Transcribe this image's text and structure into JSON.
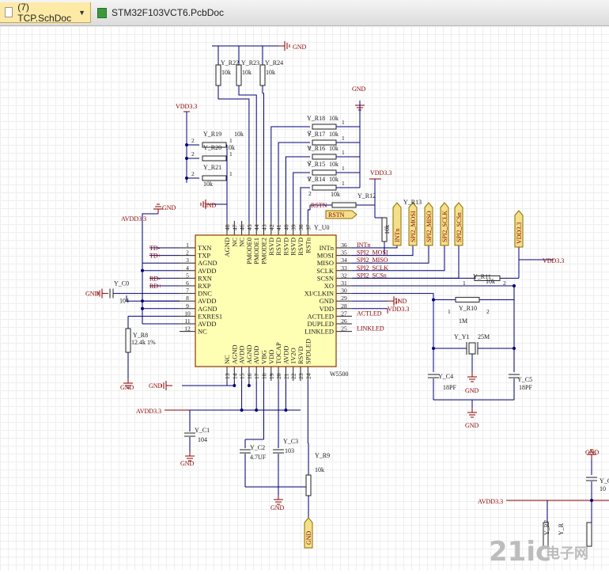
{
  "tabs": [
    {
      "label": "(7) TCP.SchDoc",
      "active": true,
      "icon": "schematic-doc-icon"
    },
    {
      "label": "STM32F103VCT6.PcbDoc",
      "active": false,
      "icon": "pcb-doc-icon"
    }
  ],
  "chip": {
    "designator": "Y_U0",
    "part": "W5500",
    "left_pins": [
      {
        "num": "1",
        "name": "TXN"
      },
      {
        "num": "2",
        "name": "TXP"
      },
      {
        "num": "3",
        "name": "AGND"
      },
      {
        "num": "4",
        "name": "AVDD"
      },
      {
        "num": "5",
        "name": "RXN"
      },
      {
        "num": "6",
        "name": "RXP"
      },
      {
        "num": "7",
        "name": "DNC"
      },
      {
        "num": "8",
        "name": "AVDD"
      },
      {
        "num": "9",
        "name": "AGND"
      },
      {
        "num": "10",
        "name": "EXRES1"
      },
      {
        "num": "11",
        "name": "AVDD"
      },
      {
        "num": "12",
        "name": "NC"
      }
    ],
    "right_pins": [
      {
        "num": "36",
        "name": "INTn"
      },
      {
        "num": "35",
        "name": "MOSI"
      },
      {
        "num": "34",
        "name": "MISO"
      },
      {
        "num": "33",
        "name": "SCLK"
      },
      {
        "num": "32",
        "name": "SCSN"
      },
      {
        "num": "31",
        "name": "XO"
      },
      {
        "num": "30",
        "name": "XI/CLKIN"
      },
      {
        "num": "29",
        "name": "GND"
      },
      {
        "num": "28",
        "name": "VDD"
      },
      {
        "num": "27",
        "name": "ACTLED"
      },
      {
        "num": "26",
        "name": "DUPLED"
      },
      {
        "num": "25",
        "name": "LINKLED"
      }
    ],
    "top_pins": [
      {
        "num": "48",
        "name": "AGND"
      },
      {
        "num": "47",
        "name": "NC"
      },
      {
        "num": "46",
        "name": "NC"
      },
      {
        "num": "45",
        "name": "PMODE0"
      },
      {
        "num": "44",
        "name": "PMODE1"
      },
      {
        "num": "43",
        "name": "PMODE2"
      },
      {
        "num": "42",
        "name": "RSVD"
      },
      {
        "num": "41",
        "name": "RSVD"
      },
      {
        "num": "40",
        "name": "RSVD"
      },
      {
        "num": "39",
        "name": "RSVD"
      },
      {
        "num": "38",
        "name": "RSVD"
      },
      {
        "num": "37",
        "name": "RSTn"
      }
    ],
    "bottom_pins": [
      {
        "num": "13",
        "name": "NC"
      },
      {
        "num": "14",
        "name": "AGND"
      },
      {
        "num": "15",
        "name": "AVDD"
      },
      {
        "num": "16",
        "name": "AGND"
      },
      {
        "num": "17",
        "name": "AVDD"
      },
      {
        "num": "18",
        "name": "VBG"
      },
      {
        "num": "19",
        "name": "VDD"
      },
      {
        "num": "20",
        "name": "TOCAP"
      },
      {
        "num": "21",
        "name": "AVDD"
      },
      {
        "num": "22",
        "name": "1V2O"
      },
      {
        "num": "23",
        "name": "RSVD"
      },
      {
        "num": "24",
        "name": "SPDLED"
      }
    ]
  },
  "left_net_labels": [
    {
      "pin_index": 0,
      "text": "TD-"
    },
    {
      "pin_index": 1,
      "text": "TD+"
    },
    {
      "pin_index": 4,
      "text": "RD-"
    },
    {
      "pin_index": 5,
      "text": "RD+"
    }
  ],
  "right_net_labels": [
    {
      "pin_index": 0,
      "text": "INTn"
    },
    {
      "pin_index": 1,
      "text": "SPI2_MOSI"
    },
    {
      "pin_index": 2,
      "text": "SPI2_MISO"
    },
    {
      "pin_index": 3,
      "text": "SPI2_SCLK"
    },
    {
      "pin_index": 4,
      "text": "SPI2_SCSn"
    },
    {
      "pin_index": 9,
      "text": "ACTLED"
    },
    {
      "pin_index": 11,
      "text": "LINKLED"
    }
  ],
  "resistors": {
    "top": [
      {
        "name": "Y_R22",
        "value": "10k"
      },
      {
        "name": "Y_R23",
        "value": "10k"
      },
      {
        "name": "Y_R24",
        "value": "10k"
      }
    ],
    "left": [
      {
        "name": "Y_R19",
        "value": "10k"
      },
      {
        "name": "Y_R20",
        "value": "10k"
      },
      {
        "name": "Y_R21",
        "value": "10k"
      }
    ],
    "right": [
      {
        "name": "Y_R18",
        "value": "10k"
      },
      {
        "name": "Y_R17",
        "value": "10k"
      },
      {
        "name": "Y_R16",
        "value": "10k"
      },
      {
        "name": "Y_R15",
        "value": "10k"
      },
      {
        "name": "Y_R14",
        "value": "10k"
      }
    ],
    "r12": {
      "name": "Y_R12",
      "value": "10k"
    },
    "r13": {
      "name": "Y_R13"
    },
    "r11": {
      "name": "Y_R11",
      "value": "10k"
    },
    "r10": {
      "name": "Y_R10",
      "value": "1M"
    },
    "r8": {
      "name": "Y_R8",
      "value": "12.4k 1%"
    },
    "r9": {
      "name": "Y_R9",
      "value": "10k"
    }
  },
  "capacitors": {
    "c0": {
      "name": "Y_C0",
      "value": "104"
    },
    "c1": {
      "name": "Y_C1",
      "value": "104"
    },
    "c2": {
      "name": "Y_C2",
      "value": "4.7UF"
    },
    "c3": {
      "name": "Y_C3",
      "value": "103"
    },
    "c4": {
      "name": "Y_C4",
      "value": "18PF"
    },
    "c5": {
      "name": "Y_C5",
      "value": "18PF"
    }
  },
  "crystal": {
    "name": "Y_Y1",
    "value": "25M"
  },
  "power": {
    "gnd": "GND",
    "vdd": "VDD3.3",
    "avdd": "AVDD3.3"
  },
  "ports": {
    "rstn": "RSTN",
    "vertical": [
      "INTn",
      "SPI2_MOSI",
      "SPI2_MISO",
      "SPI2_SCLK",
      "SPI2_SCSn"
    ],
    "vdd_port": "VDD3.3",
    "gnd_port": "GND"
  },
  "pin_number_labels": {
    "p1": "1",
    "p2": "2"
  },
  "fragment": {
    "r_a": "Y_R7",
    "r_b": "Y_R",
    "cap": "Y_C",
    "cap_val": "10"
  },
  "watermark": "21ic",
  "watermark_sub": "电子网"
}
